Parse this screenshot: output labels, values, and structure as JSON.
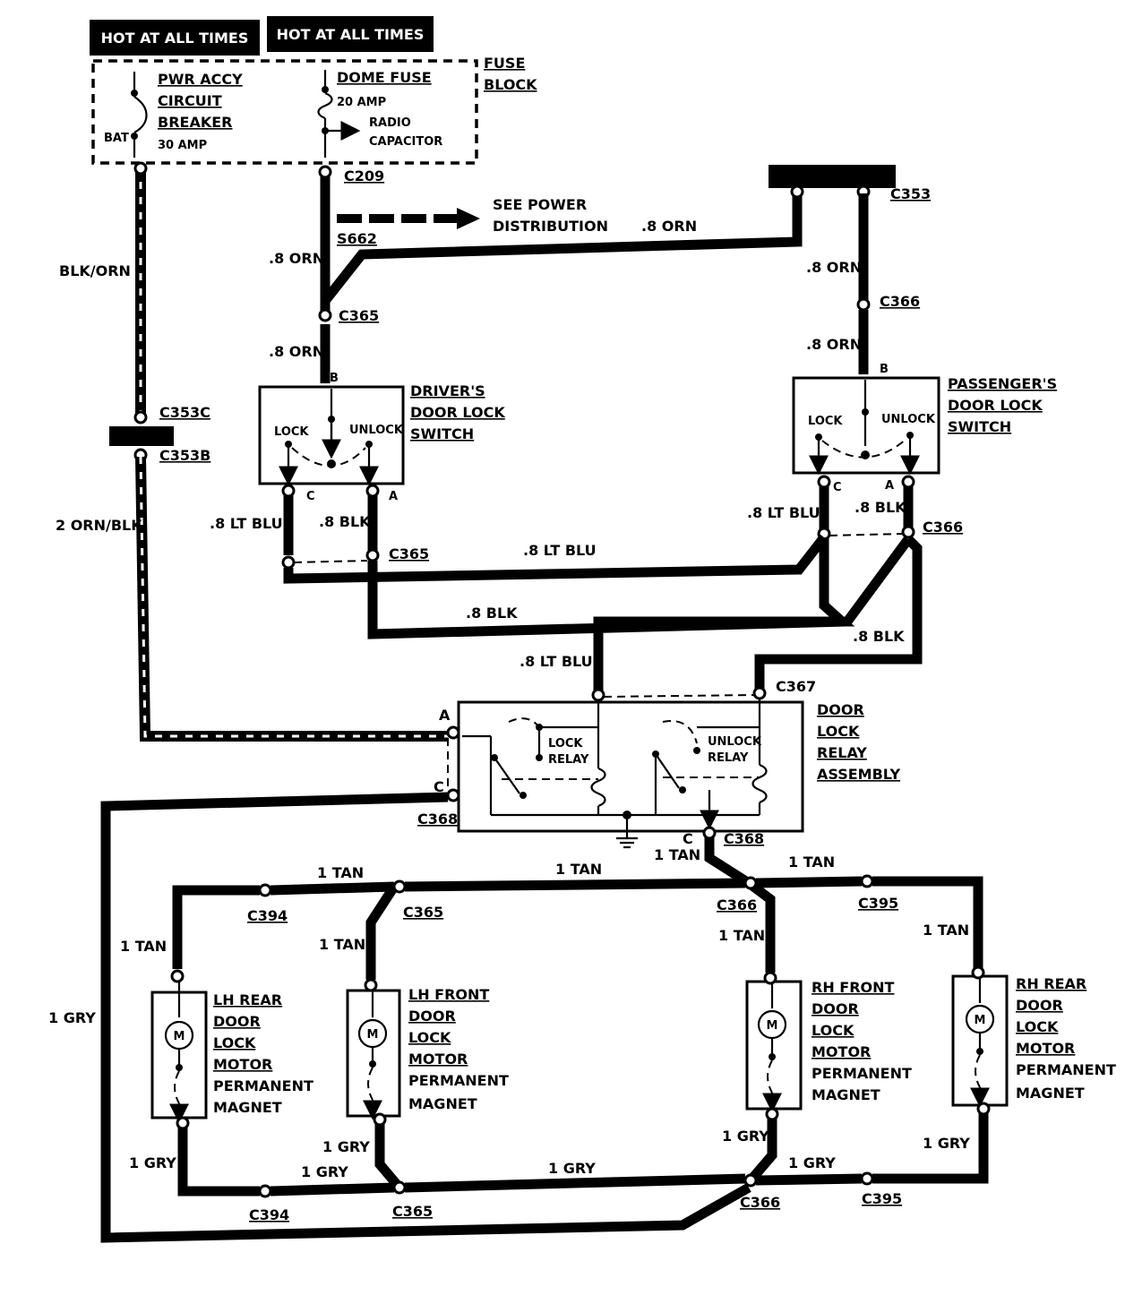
{
  "headers": {
    "hot1": "HOT AT ALL TIMES",
    "hot2": "HOT AT ALL TIMES"
  },
  "fuse_block": {
    "title1": "FUSE",
    "title2": "BLOCK",
    "breaker1": "PWR ACCY",
    "breaker2": "CIRCUIT",
    "breaker3": "BREAKER",
    "breaker_amp": "30 AMP",
    "bat": "BAT",
    "dome": "DOME FUSE",
    "dome_amp": "20 AMP",
    "radio1": "RADIO",
    "radio2": "CAPACITOR"
  },
  "connectors": {
    "c209": "C209",
    "c353": "C353",
    "s662": "S662",
    "c365_top": "C365",
    "c366_top": "C366",
    "c353c": "C353C",
    "c353b": "C353B",
    "c365_mid": "C365",
    "c366_mid": "C366",
    "c367": "C367",
    "c368_left": "C368",
    "c368_bot": "C368",
    "c394_top": "C394",
    "c365_t": "C365",
    "c366_t": "C366",
    "c395_t": "C395",
    "c394_b": "C394",
    "c365_b": "C365",
    "c366_b": "C366",
    "c395_b": "C395"
  },
  "power_note1": "SEE POWER",
  "power_note2": "DISTRIBUTION",
  "wires": {
    "blk_orn": "BLK/ORN",
    "orn_blk": "2 ORN/BLK",
    "orn_a": ".8 ORN",
    "orn_b": ".8 ORN",
    "orn_c": ".8 ORN",
    "orn_d": ".8 ORN",
    "orn_e": ".8 ORN",
    "ltblu_a": ".8 LT BLU",
    "blk_a": ".8 BLK",
    "ltblu_b": ".8 LT BLU",
    "blk_b": ".8 BLK",
    "ltblu_mid": ".8 LT BLU",
    "blk_mid": ".8 BLK",
    "ltblu_low": ".8 LT BLU",
    "blk_low": ".8 BLK",
    "tan_relay": "1 TAN",
    "tan_a": "1 TAN",
    "tan_b": "1 TAN",
    "tan_c": "1 TAN",
    "tan_d": "1 TAN",
    "tan_e": "1 TAN",
    "tan_f": "1 TAN",
    "tan_g": "1 TAN",
    "gry_main": "1 GRY",
    "gry_a": "1 GRY",
    "gry_b": "1 GRY",
    "gry_c": "1 GRY",
    "gry_d": "1 GRY",
    "gry_e": "1 GRY",
    "gry_f": "1 GRY",
    "gry_g": "1 GRY"
  },
  "drivers_switch": {
    "t1": "DRIVER'S",
    "t2": "DOOR LOCK",
    "t3": "SWITCH",
    "lock": "LOCK",
    "unlock": "UNLOCK",
    "pin_b": "B",
    "pin_c": "C",
    "pin_a": "A"
  },
  "passengers_switch": {
    "t1": "PASSENGER'S",
    "t2": "DOOR LOCK",
    "t3": "SWITCH",
    "lock": "LOCK",
    "unlock": "UNLOCK",
    "pin_b": "B",
    "pin_c": "C",
    "pin_a": "A"
  },
  "relay": {
    "t1": "DOOR",
    "t2": "LOCK",
    "t3": "RELAY",
    "t4": "ASSEMBLY",
    "lock1": "LOCK",
    "lock2": "RELAY",
    "unlock1": "UNLOCK",
    "unlock2": "RELAY",
    "pin_a": "A",
    "pin_c_left": "C",
    "pin_c_bot": "C"
  },
  "motors": [
    {
      "l1": "LH REAR",
      "l2": "DOOR",
      "l3": "LOCK",
      "l4": "MOTOR",
      "l5": "PERMANENT",
      "l6": "MAGNET",
      "m": "M"
    },
    {
      "l1": "LH FRONT",
      "l2": "DOOR",
      "l3": "LOCK",
      "l4": "MOTOR",
      "l5": "PERMANENT",
      "l6": "MAGNET",
      "m": "M"
    },
    {
      "l1": "RH FRONT",
      "l2": "DOOR",
      "l3": "LOCK",
      "l4": "MOTOR",
      "l5": "PERMANENT",
      "l6": "MAGNET",
      "m": "M"
    },
    {
      "l1": "RH REAR",
      "l2": "DOOR",
      "l3": "LOCK",
      "l4": "MOTOR",
      "l5": "PERMANENT",
      "l6": "MAGNET",
      "m": "M"
    }
  ]
}
